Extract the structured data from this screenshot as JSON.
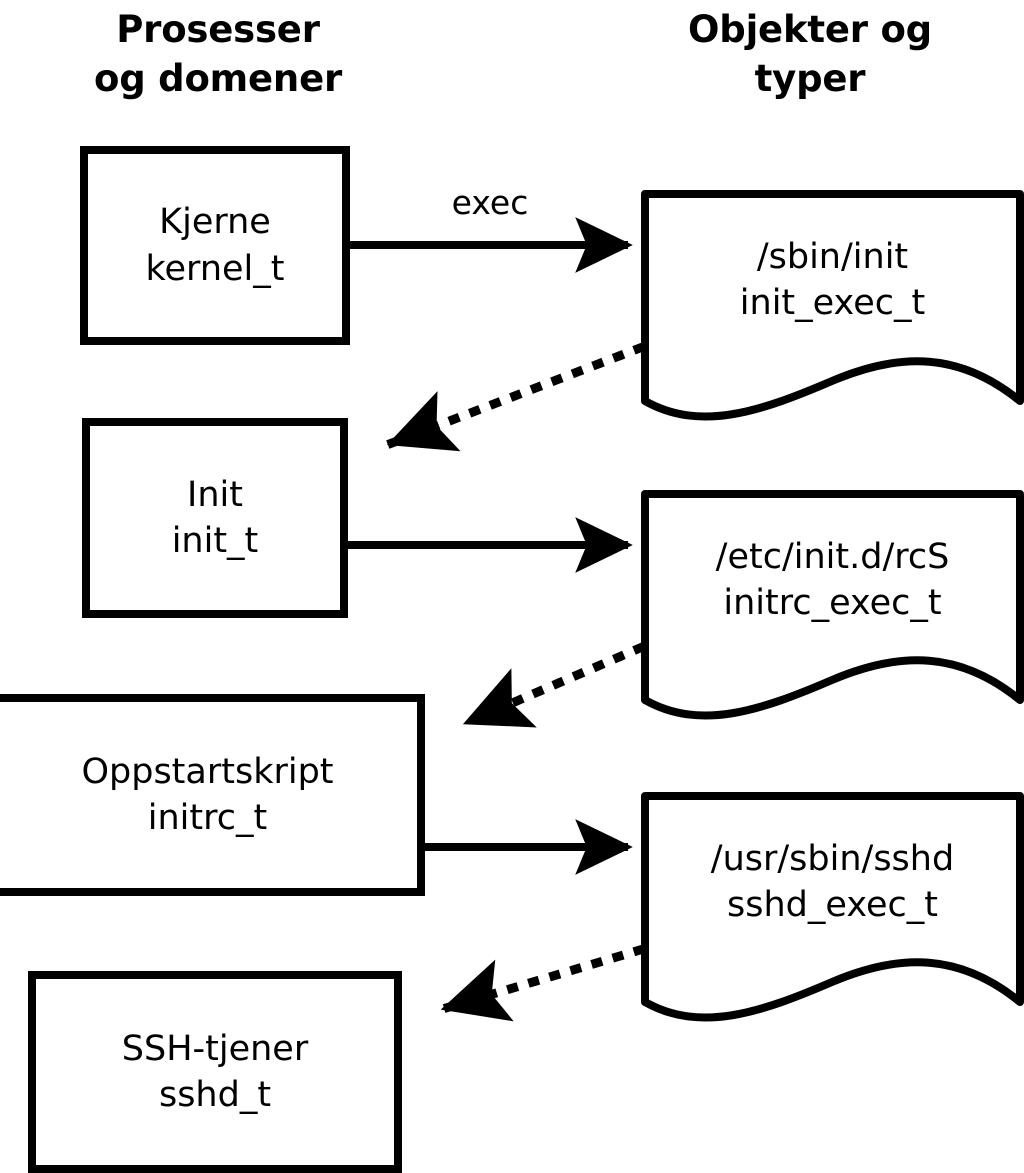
{
  "diagram": {
    "title_left": "Prosesser\nog domener",
    "title_right": "Objekter og\ntyper",
    "stroke_color": "#000000",
    "background_color": "#ffffff",
    "process_nodes": [
      {
        "id": "kernel",
        "name": "Kjerne",
        "type": "kernel_t"
      },
      {
        "id": "init",
        "name": "Init",
        "type": "init_t"
      },
      {
        "id": "initrc",
        "name": "Oppstartskript",
        "type": "initrc_t"
      },
      {
        "id": "sshd",
        "name": "SSH-tjener",
        "type": "sshd_t"
      }
    ],
    "object_nodes": [
      {
        "id": "init_exec",
        "path": "/sbin/init",
        "type": "init_exec_t"
      },
      {
        "id": "initrc_exec",
        "path": "/etc/init.d/rcS",
        "type": "initrc_exec_t"
      },
      {
        "id": "sshd_exec",
        "path": "/usr/sbin/sshd",
        "type": "sshd_exec_t"
      }
    ],
    "edges": [
      {
        "id": "kernel-exec-init_exec",
        "from": "kernel",
        "to": "init_exec",
        "label": "exec",
        "style": "solid"
      },
      {
        "id": "init_exec-to-init",
        "from": "init_exec",
        "to": "init",
        "label": "",
        "style": "dotted"
      },
      {
        "id": "init-to-initrc_exec",
        "from": "init",
        "to": "initrc_exec",
        "label": "",
        "style": "solid"
      },
      {
        "id": "initrc_exec-to-initrc",
        "from": "initrc_exec",
        "to": "initrc",
        "label": "",
        "style": "dotted"
      },
      {
        "id": "initrc-to-sshd_exec",
        "from": "initrc",
        "to": "sshd_exec",
        "label": "",
        "style": "solid"
      },
      {
        "id": "sshd_exec-to-sshd",
        "from": "sshd_exec",
        "to": "sshd",
        "label": "",
        "style": "dotted"
      }
    ]
  }
}
